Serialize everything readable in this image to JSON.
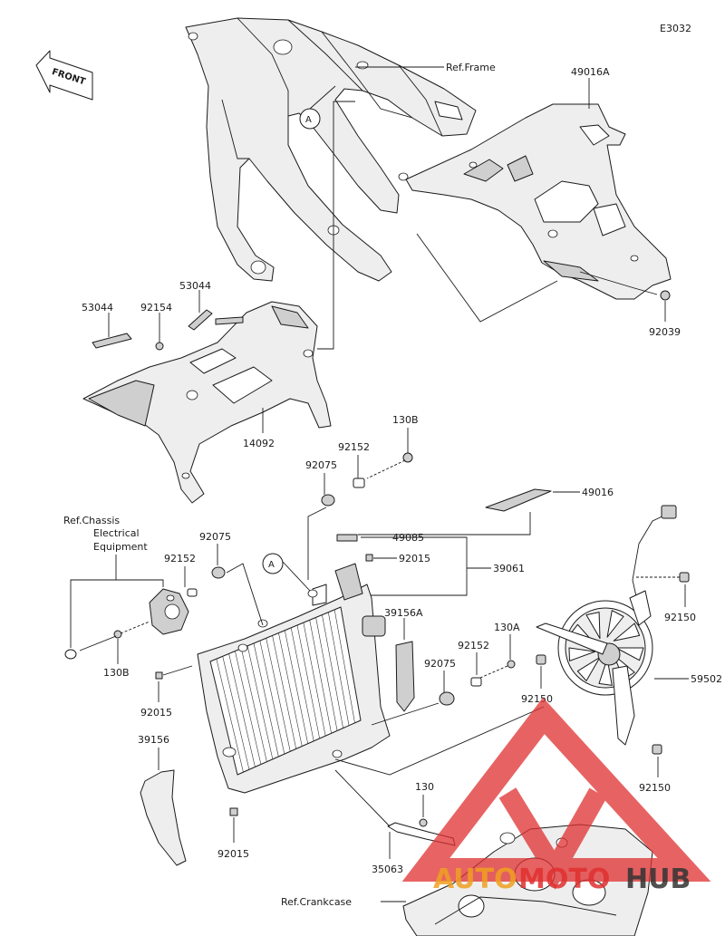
{
  "diagram": {
    "code": "E3032",
    "front_label": "FRONT",
    "refs": {
      "frame": "Ref.Frame",
      "chassis_line1": "Ref.Chassis",
      "chassis_line2": "Electrical",
      "chassis_line3": "Equipment",
      "crankcase": "Ref.Crankcase"
    },
    "callout": "A",
    "parts": {
      "p49016A": "49016A",
      "p92039": "92039",
      "p53044_a": "53044",
      "p53044_b": "53044",
      "p92154": "92154",
      "p14092": "14092",
      "p130B_top": "130B",
      "p92152_top": "92152",
      "p92075_top": "92075",
      "p49016": "49016",
      "p49085": "49085",
      "p92015_top": "92015",
      "p39061": "39061",
      "p92075_left": "92075",
      "p92152_left": "92152",
      "p130B_left": "130B",
      "p92015_left": "92015",
      "p39156A": "39156A",
      "p130A": "130A",
      "p92152_mid": "92152",
      "p92075_mid": "92075",
      "p92150_a": "92150",
      "p92150_b": "92150",
      "p59502": "59502",
      "p92150_c": "92150",
      "p39156": "39156",
      "p92015_bottom": "92015",
      "p130": "130",
      "p35063": "35063"
    }
  },
  "watermark": {
    "text_auto": "AUTO",
    "text_moto": "MOTO",
    "text_hub": "HUB",
    "color_red": "#e03030",
    "color_orange": "#f0a020",
    "color_dark": "#333333"
  }
}
